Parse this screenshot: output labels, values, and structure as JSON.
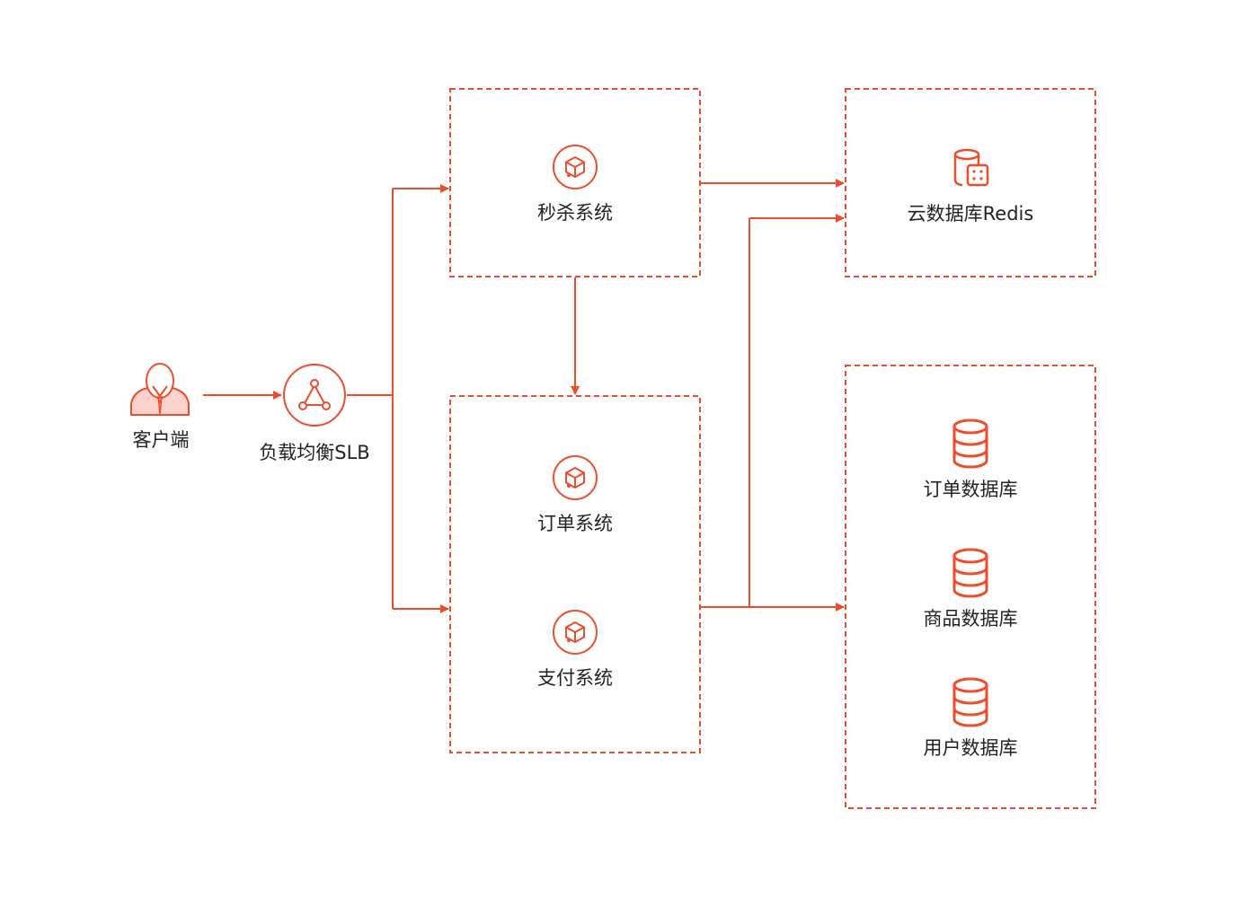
{
  "colors": {
    "accent": "#ee4d2d",
    "text": "#222222",
    "background": "#ffffff",
    "client_fill": "#fbd3cc"
  },
  "nodes": {
    "client": {
      "label": "客户端",
      "icon": "user-icon"
    },
    "slb": {
      "label": "负载均衡SLB",
      "icon": "load-balancer-icon"
    },
    "seckill": {
      "label": "秒杀系统",
      "icon": "service-cube-icon"
    },
    "order_system": {
      "label": "订单系统",
      "icon": "service-cube-icon"
    },
    "payment_system": {
      "label": "支付系统",
      "icon": "service-cube-icon"
    },
    "redis": {
      "label": "云数据库Redis",
      "icon": "redis-database-icon"
    },
    "order_db": {
      "label": "订单数据库",
      "icon": "database-icon"
    },
    "product_db": {
      "label": "商品数据库",
      "icon": "database-icon"
    },
    "user_db": {
      "label": "用户数据库",
      "icon": "database-icon"
    }
  },
  "groups": [
    {
      "id": "seckill-group",
      "members": [
        "seckill"
      ]
    },
    {
      "id": "business-group",
      "members": [
        "order_system",
        "payment_system"
      ]
    },
    {
      "id": "redis-group",
      "members": [
        "redis"
      ]
    },
    {
      "id": "database-group",
      "members": [
        "order_db",
        "product_db",
        "user_db"
      ]
    }
  ],
  "edges": [
    {
      "from": "client",
      "to": "slb"
    },
    {
      "from": "slb",
      "to": "seckill-group"
    },
    {
      "from": "slb",
      "to": "business-group"
    },
    {
      "from": "seckill-group",
      "to": "business-group"
    },
    {
      "from": "seckill-group",
      "to": "redis-group"
    },
    {
      "from": "business-group",
      "to": "redis-group"
    },
    {
      "from": "business-group",
      "to": "database-group"
    }
  ]
}
